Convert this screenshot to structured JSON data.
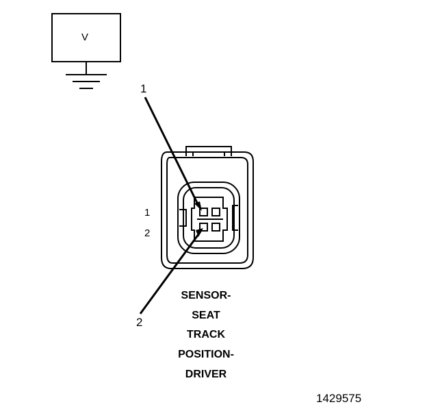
{
  "meter": {
    "label": "V"
  },
  "callouts": {
    "one": "1",
    "two": "2"
  },
  "pins": {
    "one": "1",
    "two": "2"
  },
  "component_label": [
    "SENSOR-",
    "SEAT",
    "TRACK",
    "POSITION-",
    "DRIVER"
  ],
  "figure_id": "1429575"
}
